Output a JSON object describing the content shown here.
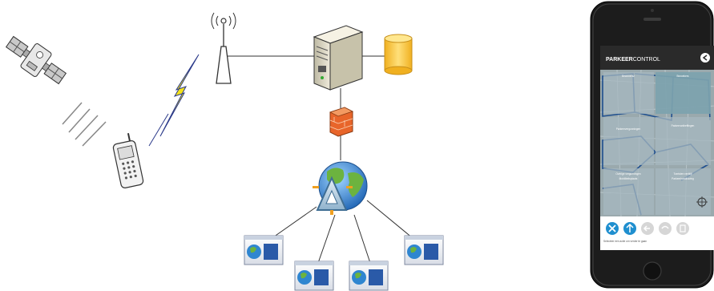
{
  "phone": {
    "app_title_bold": "PARKEER",
    "app_title_light": "CONTROL",
    "map_labels": [
      "Bewonersz",
      "Bezoekers",
      "Parkeervergunningen",
      "Parkeerontheffingen",
      "Overige vergunningen",
      "Toeristen verblijf",
      "Mobiliteitsplaats",
      "Parkeerhandhaving"
    ],
    "footer_hint": "Selecteer een actie om verder te gaan",
    "colors": {
      "frame": "#1c1c1c",
      "header": "#2a2a2a",
      "map_tint": "#8fa8b3",
      "accent": "#1f8fcf"
    },
    "action_icons": [
      "close-icon",
      "upload-icon",
      "back-icon",
      "undo-icon",
      "delete-icon"
    ]
  },
  "network": {
    "icons": [
      "satellite-icon",
      "mobile-phone-icon",
      "lightning-icon",
      "antenna-icon",
      "server-icon",
      "database-icon",
      "firewall-icon",
      "internet-globe-icon",
      "browser-window-icon"
    ],
    "colors": {
      "lightning": "#f4e21a",
      "database": "#f5c43a",
      "firewall": "#e8652a",
      "globe_sea": "#3b8fd6",
      "globe_land": "#6cb33f",
      "line": "#333333"
    }
  }
}
